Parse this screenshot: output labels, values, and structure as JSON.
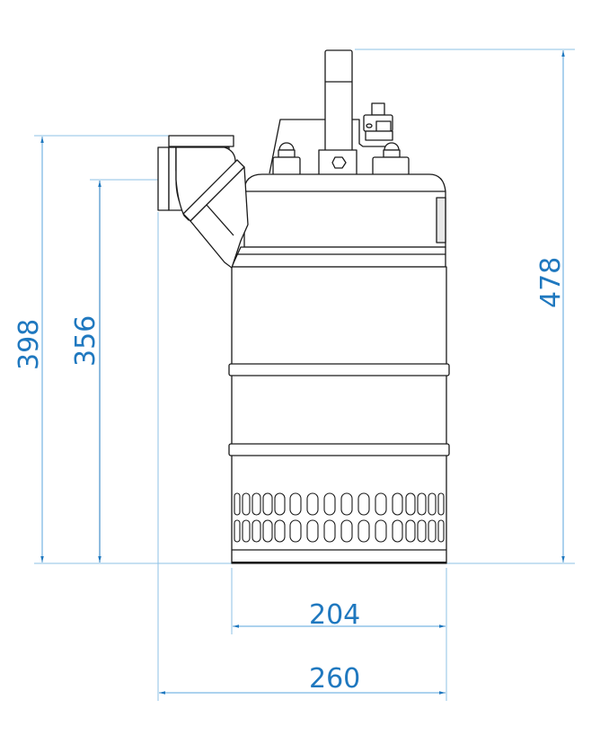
{
  "drawing": {
    "subject": "submersible pump side-view dimension drawing",
    "units": "mm",
    "dimension_color": "#1f78bf",
    "extension_line_color": "#8ec2e6",
    "outline_color": "#1a1a1a"
  },
  "dimensions": {
    "overall_height": {
      "value": "478",
      "orientation": "vertical",
      "position": "right"
    },
    "outlet_flange_top_height": {
      "value": "398",
      "orientation": "vertical",
      "position": "left-outer"
    },
    "outlet_center_height": {
      "value": "356",
      "orientation": "vertical",
      "position": "left-inner"
    },
    "body_diameter": {
      "value": "204",
      "orientation": "horizontal",
      "position": "bottom-upper"
    },
    "overall_width": {
      "value": "260",
      "orientation": "horizontal",
      "position": "bottom-lower"
    }
  }
}
